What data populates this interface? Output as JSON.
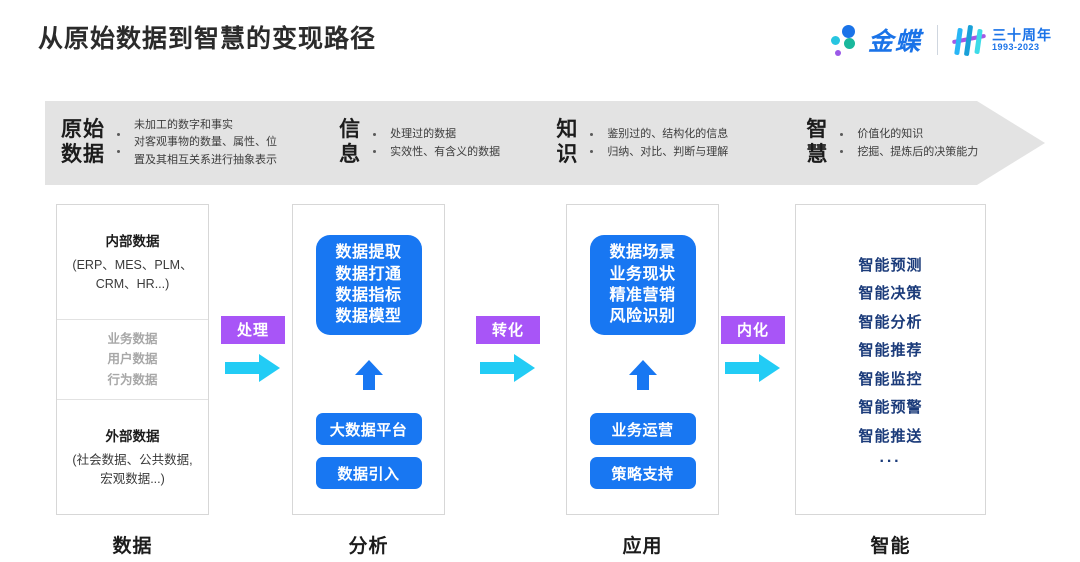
{
  "header": {
    "title": "从原始数据到智慧的变现路径",
    "logo": {
      "brand": "金蝶",
      "anniversary_top": "三十周年",
      "anniversary_years": "1993-2023"
    }
  },
  "banner": {
    "segments": [
      {
        "title": "原始\n数据",
        "bullets": [
          "未加工的数字和事实",
          "对客观事物的数量、属性、位",
          "置及其相互关系进行抽象表示"
        ],
        "bullet_count": 2
      },
      {
        "title": "信\n息",
        "bullets": [
          "处理过的数据",
          "实效性、有含义的数据"
        ],
        "bullet_count": 2
      },
      {
        "title": "知\n识",
        "bullets": [
          "鉴别过的、结构化的信息",
          "归纳、对比、判断与理解"
        ],
        "bullet_count": 2
      },
      {
        "title": "智\n慧",
        "bullets": [
          "价值化的知识",
          "挖掘、提炼后的决策能力"
        ],
        "bullet_count": 2
      }
    ]
  },
  "columns": {
    "data": {
      "label": "数据",
      "internal_head": "内部数据",
      "internal_sub_line1": "(ERP、MES、PLM、",
      "internal_sub_line2": "CRM、HR...)",
      "middle_items": [
        "业务数据",
        "用户数据",
        "行为数据"
      ],
      "external_head": "外部数据",
      "external_sub_line1": "(社会数据、公共数据,",
      "external_sub_line2": "宏观数据...)"
    },
    "analysis": {
      "label": "分析",
      "big_box_lines": [
        "数据提取",
        "数据打通",
        "数据指标",
        "数据模型"
      ],
      "pill_1": "大数据平台",
      "pill_2": "数据引入"
    },
    "application": {
      "label": "应用",
      "big_box_lines": [
        "数据场景",
        "业务现状",
        "精准营销",
        "风险识别"
      ],
      "pill_1": "业务运营",
      "pill_2": "策略支持"
    },
    "intelligence": {
      "label": "智能",
      "items": [
        "智能预测",
        "智能决策",
        "智能分析",
        "智能推荐",
        "智能监控",
        "智能预警",
        "智能推送"
      ],
      "ellipsis": "···"
    }
  },
  "connectors": [
    {
      "label": "处理"
    },
    {
      "label": "转化"
    },
    {
      "label": "内化"
    }
  ],
  "colors": {
    "primary_blue": "#1877f2",
    "accent_purple": "#a855f7",
    "arrow_cyan": "#22ccf5",
    "banner_grey": "#e3e3e3",
    "navy_text": "#1b3b7a",
    "brand_blue": "#1a73e8"
  }
}
